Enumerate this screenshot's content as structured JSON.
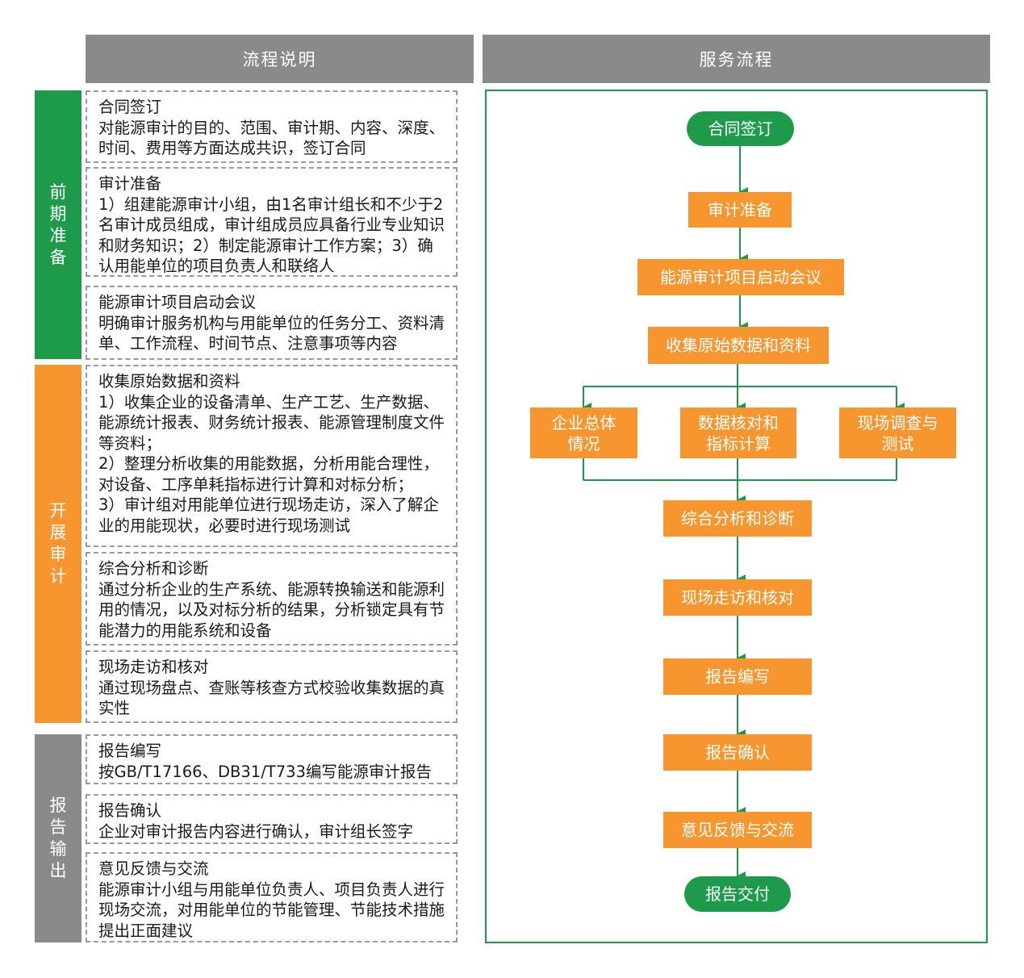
{
  "headers": {
    "left": "流程说明",
    "right": "服务流程"
  },
  "colors": {
    "green": "#1e9b4a",
    "orange": "#f7962f",
    "gray": "#8a8a8a",
    "border_gray": "#9a9a9a"
  },
  "phases": [
    {
      "label": "前期准备",
      "color": "#1e9b4a"
    },
    {
      "label": "开展审计",
      "color": "#f7962f"
    },
    {
      "label": "报告输出",
      "color": "#8a8a8a"
    }
  ],
  "steps": [
    {
      "title": "合同签订",
      "body": "对能源审计的目的、范围、审计期、内容、深度、时间、费用等方面达成共识，签订合同"
    },
    {
      "title": "审计准备",
      "body": "1）组建能源审计小组，由1名审计组长和不少于2名审计成员组成，审计组成员应具备行业专业知识和财务知识；2）制定能源审计工作方案；3）确认用能单位的项目负责人和联络人"
    },
    {
      "title": "能源审计项目启动会议",
      "body": "明确审计服务机构与用能单位的任务分工、资料清单、工作流程、时间节点、注意事项等内容"
    },
    {
      "title": "收集原始数据和资料",
      "body": "1）收集企业的设备清单、生产工艺、生产数据、能源统计报表、财务统计报表、能源管理制度文件等资料；\n2）整理分析收集的用能数据，分析用能合理性，对设备、工序单耗指标进行计算和对标分析；\n3）审计组对用能单位进行现场走访，深入了解企业的用能现状，必要时进行现场测试"
    },
    {
      "title": "综合分析和诊断",
      "body": "通过分析企业的生产系统、能源转换输送和能源利用的情况，以及对标分析的结果，分析锁定具有节能潜力的用能系统和设备"
    },
    {
      "title": "现场走访和核对",
      "body": "通过现场盘点、查账等核查方式校验收集数据的真实性"
    },
    {
      "title": "报告编写",
      "body": "按GB/T17166、DB31/T733编写能源审计报告"
    },
    {
      "title": "报告确认",
      "body": "企业对审计报告内容进行确认，审计组长签字"
    },
    {
      "title": "意见反馈与交流",
      "body": "能源审计小组与用能单位负责人、项目负责人进行现场交流，对用能单位的节能管理、节能技术措施提出正面建议"
    }
  ],
  "flow": {
    "start": "合同签订",
    "nodes_before_branch": [
      "审计准备",
      "能源审计项目启动会议",
      "收集原始数据和资料"
    ],
    "branches": [
      {
        "line1": "企业总体",
        "line2": "情况"
      },
      {
        "line1": "数据核对和",
        "line2": "指标计算"
      },
      {
        "line1": "现场调查与",
        "line2": "测试"
      }
    ],
    "nodes_after_branch": [
      "综合分析和诊断",
      "现场走访和核对",
      "报告编写",
      "报告确认",
      "意见反馈与交流"
    ],
    "end": "报告交付"
  }
}
